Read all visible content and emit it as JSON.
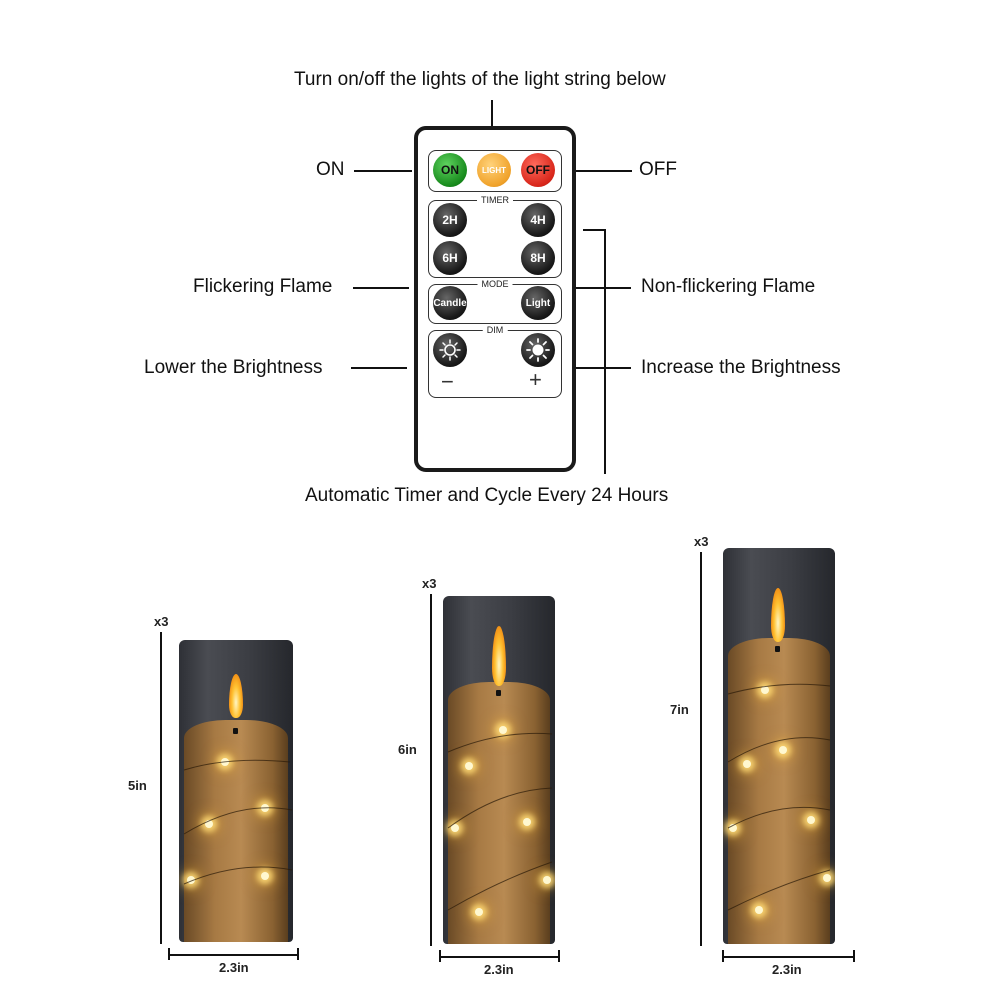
{
  "annotations": {
    "top": "Turn on/off the lights of the light string below",
    "on": "ON",
    "off": "OFF",
    "flicker": "Flickering Flame",
    "nonflicker": "Non-flickering Flame",
    "lower": "Lower the Brightness",
    "increase": "Increase the Brightness",
    "bottom": "Automatic Timer and Cycle Every 24 Hours"
  },
  "remote": {
    "power": {
      "on": "ON",
      "light": "LIGHT",
      "off": "OFF"
    },
    "timer": {
      "title": "TIMER",
      "b2h": "2H",
      "b4h": "4H",
      "b6h": "6H",
      "b8h": "8H"
    },
    "mode": {
      "title": "MODE",
      "candle": "Candle",
      "light": "Light"
    },
    "dim": {
      "title": "DIM",
      "minus": "−",
      "plus": "+"
    }
  },
  "candles": [
    {
      "qty": "x3",
      "height": "5in",
      "width": "2.3in"
    },
    {
      "qty": "x3",
      "height": "6in",
      "width": "2.3in"
    },
    {
      "qty": "x3",
      "height": "7in",
      "width": "2.3in"
    }
  ],
  "colors": {
    "on": "#178a1c",
    "light": "#f0a22a",
    "off": "#d8261a",
    "flame": "#ffc232",
    "wax": "#b88a52"
  },
  "icons": {
    "dim-low": "sun-small-icon",
    "dim-high": "sun-large-icon"
  }
}
